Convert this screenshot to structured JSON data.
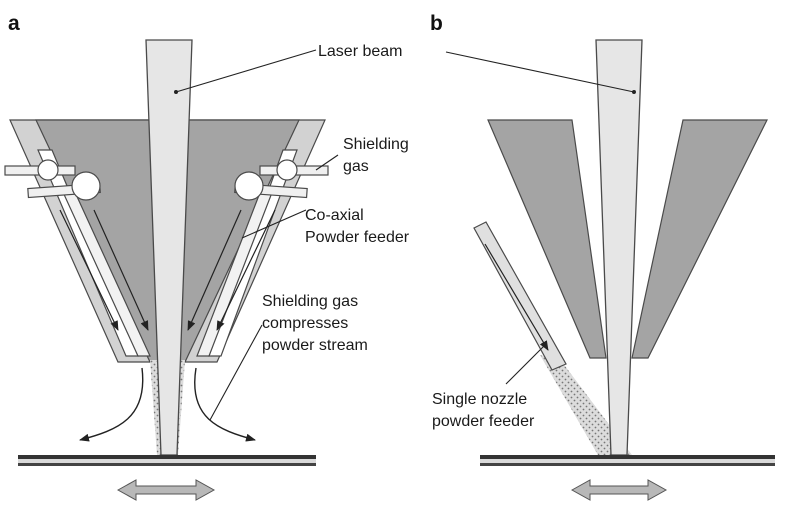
{
  "panels": [
    {
      "letter": "a",
      "labels": {
        "laser_beam": "Laser beam",
        "shielding_gas": [
          "Shielding",
          "gas"
        ],
        "coaxial_feeder": [
          "Co-axial",
          "Powder feeder"
        ],
        "compresses": [
          "Shielding gas",
          "compresses",
          "powder stream"
        ]
      }
    },
    {
      "letter": "b",
      "labels": {
        "single_nozzle": [
          "Single nozzle",
          "powder feeder"
        ]
      }
    }
  ],
  "colors": {
    "beam_fill": "#e6e6e6",
    "nozzle_dark": "#a4a4a4",
    "nozzle_light": "#d2d2d2",
    "outline": "#4a4a4a",
    "arrow_fill": "#b8b8b8",
    "powder_dots": "#777777"
  },
  "icons": [
    "laser-beam-icon",
    "gas-inlet-icon",
    "motion-arrow-icon"
  ]
}
